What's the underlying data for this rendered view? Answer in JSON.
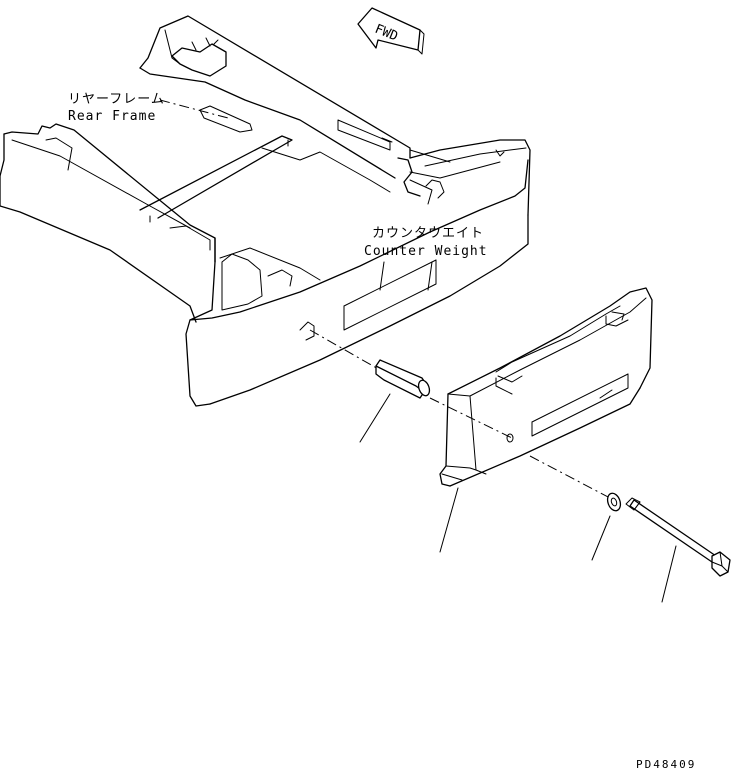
{
  "diagram": {
    "fwd_marker": "FWD",
    "labels": {
      "rear_frame_jp": "リヤーフレーム",
      "rear_frame_en": "Rear Frame",
      "counter_weight_jp": "カウンタウエイト",
      "counter_weight_en": "Counter Weight"
    },
    "part_code": "PD48409",
    "colors": {
      "line": "#000000",
      "background": "#ffffff"
    }
  }
}
